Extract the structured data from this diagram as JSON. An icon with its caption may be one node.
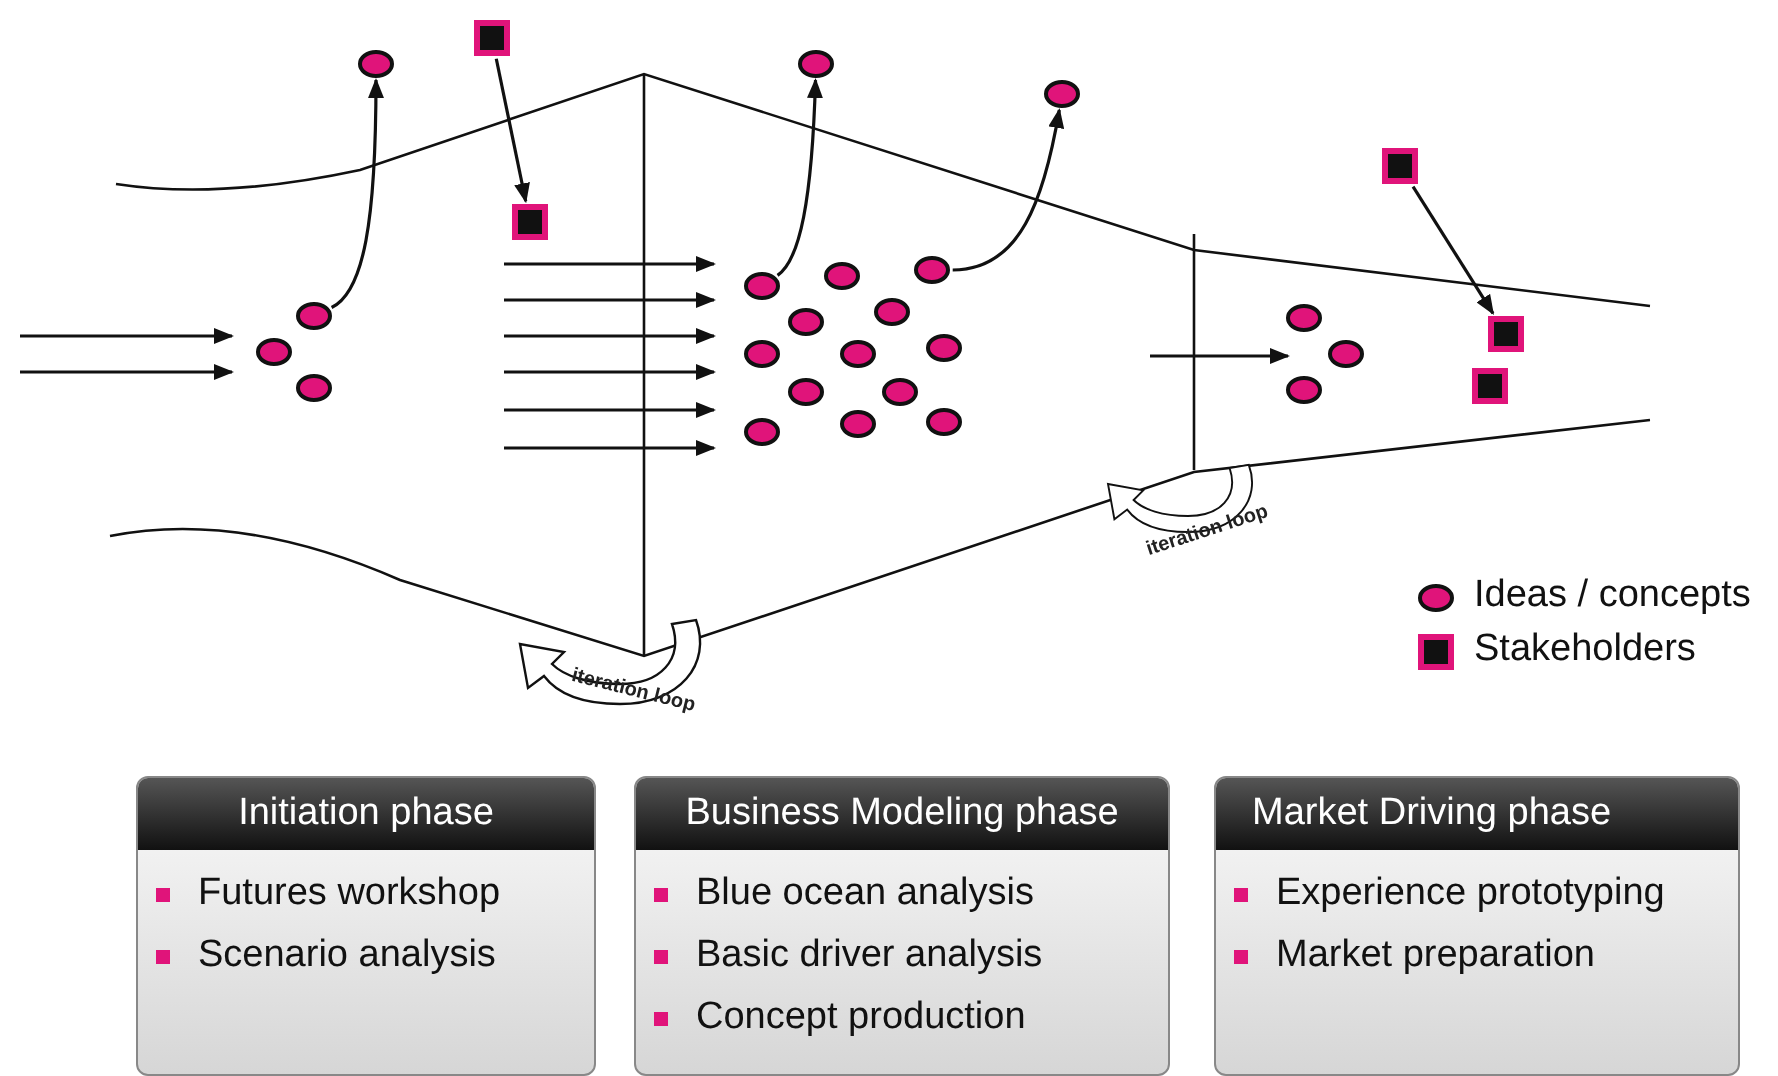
{
  "diagram": {
    "nodes": [
      {
        "text": [
          "Initiation phase",
          "Futures workshop",
          "Scenario analysis"
        ]
      },
      {
        "text": [
          "Business Modeling phase",
          "Blue ocean analysis",
          "Basic driver analysis",
          "Concept production"
        ]
      },
      {
        "text": [
          "Market Driving phase",
          "Experience prototyping",
          "Market preparation"
        ]
      },
      {
        "text": [],
        "shape": "circle"
      },
      {
        "text": [],
        "shape": "circle"
      },
      {
        "text": [],
        "shape": "circle"
      },
      {
        "text": [],
        "shape": "circle"
      },
      {
        "text": [],
        "shape": "box"
      },
      {
        "text": [],
        "shape": "box"
      },
      {
        "text": [],
        "shape": "circle"
      },
      {
        "text": [],
        "shape": "circle"
      },
      {
        "text": [],
        "shape": "circle"
      },
      {
        "text": [],
        "shape": "circle"
      },
      {
        "text": [],
        "shape": "circle"
      },
      {
        "text": [],
        "shape": "circle"
      },
      {
        "text": [],
        "shape": "circle"
      },
      {
        "text": [],
        "shape": "circle"
      },
      {
        "text": [],
        "shape": "circle"
      },
      {
        "text": [],
        "shape": "circle"
      },
      {
        "text": [],
        "shape": "circle"
      },
      {
        "text": [],
        "shape": "circle"
      },
      {
        "text": [],
        "shape": "circle"
      },
      {
        "text": [],
        "shape": "circle"
      },
      {
        "text": [],
        "shape": "circle"
      },
      {
        "text": [],
        "shape": "circle"
      },
      {
        "text": [],
        "shape": "circle"
      },
      {
        "text": [],
        "shape": "circle"
      },
      {
        "text": [],
        "shape": "box"
      },
      {
        "text": [],
        "shape": "box"
      },
      {
        "text": [],
        "shape": "box"
      }
    ],
    "edges": [
      {
        "from": 4,
        "to": 6,
        "arrow": "to"
      },
      {
        "from": 7,
        "to": 8,
        "arrow": "to"
      },
      {
        "from": 9,
        "to": 14,
        "arrow": "to"
      },
      {
        "from": 20,
        "to": 23,
        "arrow": "to"
      },
      {
        "from": 27,
        "to": 29,
        "arrow": "to"
      }
    ],
    "labels": [
      "iteration loop",
      "iteration loop"
    ],
    "legend": [
      {
        "text": "Ideas / concepts"
      },
      {
        "text": "Stakeholders"
      }
    ]
  }
}
